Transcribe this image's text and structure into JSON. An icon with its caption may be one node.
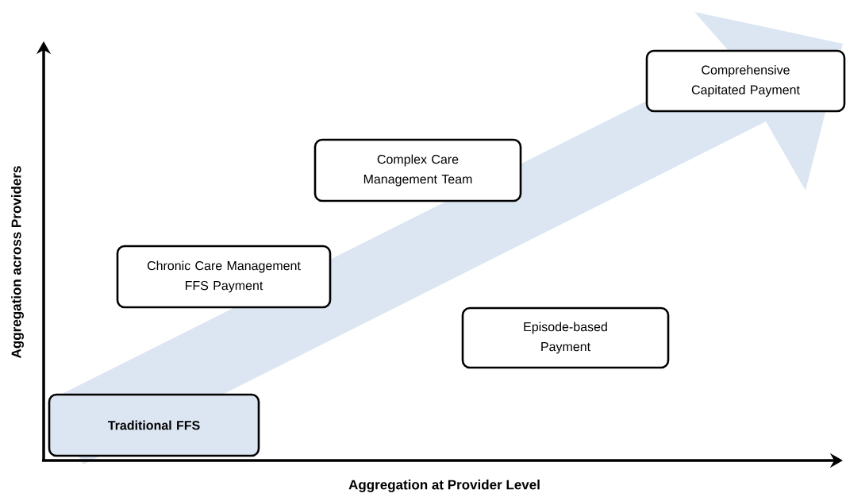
{
  "diagram": {
    "nodes": [
      {
        "text": [
          "Traditional FFS"
        ]
      },
      {
        "text": [
          "Chronic Care Management FFS Payment"
        ]
      },
      {
        "text": [
          "Complex Care Management Team"
        ]
      },
      {
        "text": [
          "Episode-based Payment"
        ]
      },
      {
        "text": [
          "Comprehensive Capitated Payment"
        ]
      }
    ],
    "labels": [
      "Aggregation across Providers",
      "Aggregation at Provider Level"
    ]
  }
}
